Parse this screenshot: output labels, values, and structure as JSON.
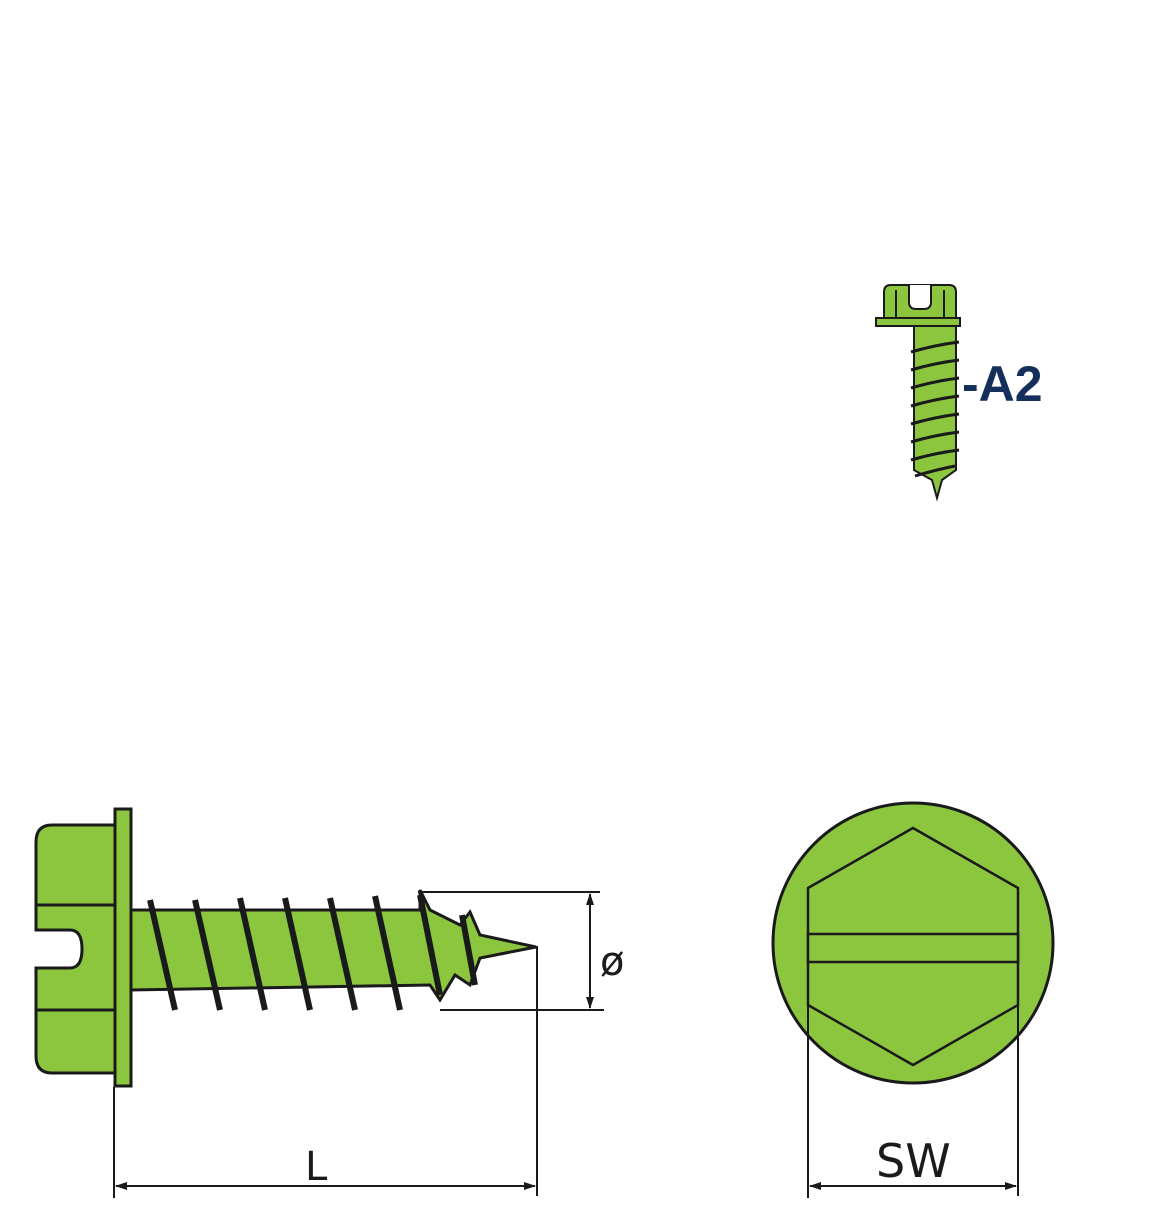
{
  "colors": {
    "screw_fill": "#8cc63f",
    "outline": "#1a1a1a",
    "grade_text": "#14305a"
  },
  "small_screw": {
    "grade_label": "-A2"
  },
  "side_view": {
    "diameter_label": "ø",
    "length_label": "L"
  },
  "front_view": {
    "width_across_flats_label": "SW"
  }
}
